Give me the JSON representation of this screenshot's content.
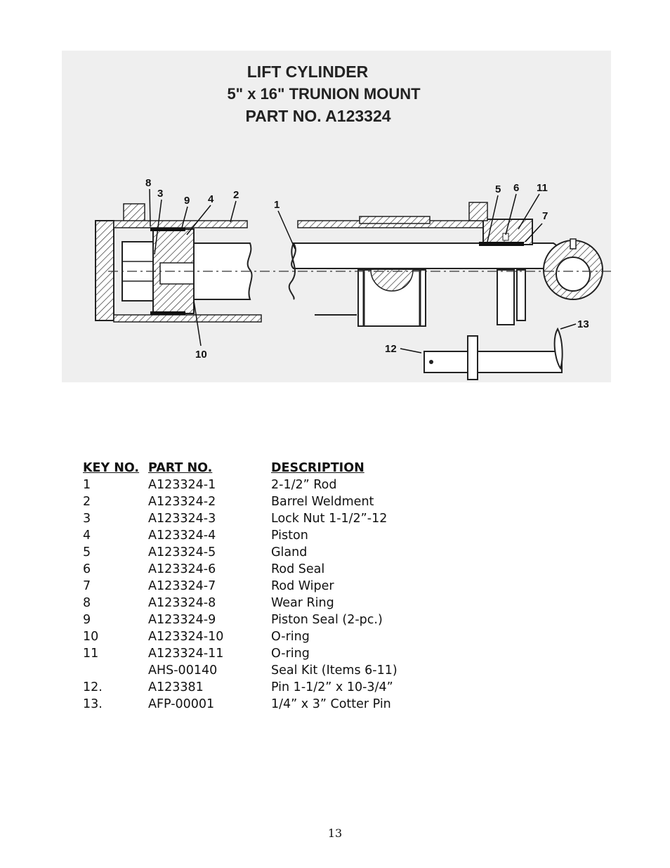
{
  "figure": {
    "title_lines": [
      "LIFT CYLINDER",
      "5\" x 16\" TRUNION MOUNT",
      "PART NO. A123324"
    ],
    "callouts": [
      "8",
      "3",
      "9",
      "4",
      "2",
      "1",
      "5",
      "6",
      "11",
      "7",
      "10",
      "12",
      "13"
    ]
  },
  "table": {
    "headers": [
      "KEY NO.",
      "PART NO.",
      "DESCRIPTION"
    ],
    "rows": [
      {
        "key": "1",
        "part": "A123324-1",
        "desc": "2-1/2” Rod"
      },
      {
        "key": "2",
        "part": "A123324-2",
        "desc": "Barrel Weldment"
      },
      {
        "key": "3",
        "part": "A123324-3",
        "desc": "Lock Nut 1-1/2”-12"
      },
      {
        "key": "4",
        "part": "A123324-4",
        "desc": "Piston"
      },
      {
        "key": "5",
        "part": "A123324-5",
        "desc": "Gland"
      },
      {
        "key": "6",
        "part": "A123324-6",
        "desc": "Rod Seal"
      },
      {
        "key": "7",
        "part": "A123324-7",
        "desc": "Rod Wiper"
      },
      {
        "key": "8",
        "part": "A123324-8",
        "desc": "Wear Ring"
      },
      {
        "key": "9",
        "part": "A123324-9",
        "desc": "Piston Seal (2-pc.)"
      },
      {
        "key": "10",
        "part": "A123324-10",
        "desc": "O-ring"
      },
      {
        "key": "11",
        "part": "A123324-11",
        "desc": "O-ring"
      },
      {
        "key": "",
        "part": "AHS-00140",
        "desc": "Seal Kit (Items 6-11)"
      },
      {
        "key": "12.",
        "part": "A123381",
        "desc": "Pin 1-1/2” x 10-3/4”"
      },
      {
        "key": "13.",
        "part": "AFP-00001",
        "desc": "1/4” x 3” Cotter Pin"
      }
    ]
  },
  "page_number": "13"
}
